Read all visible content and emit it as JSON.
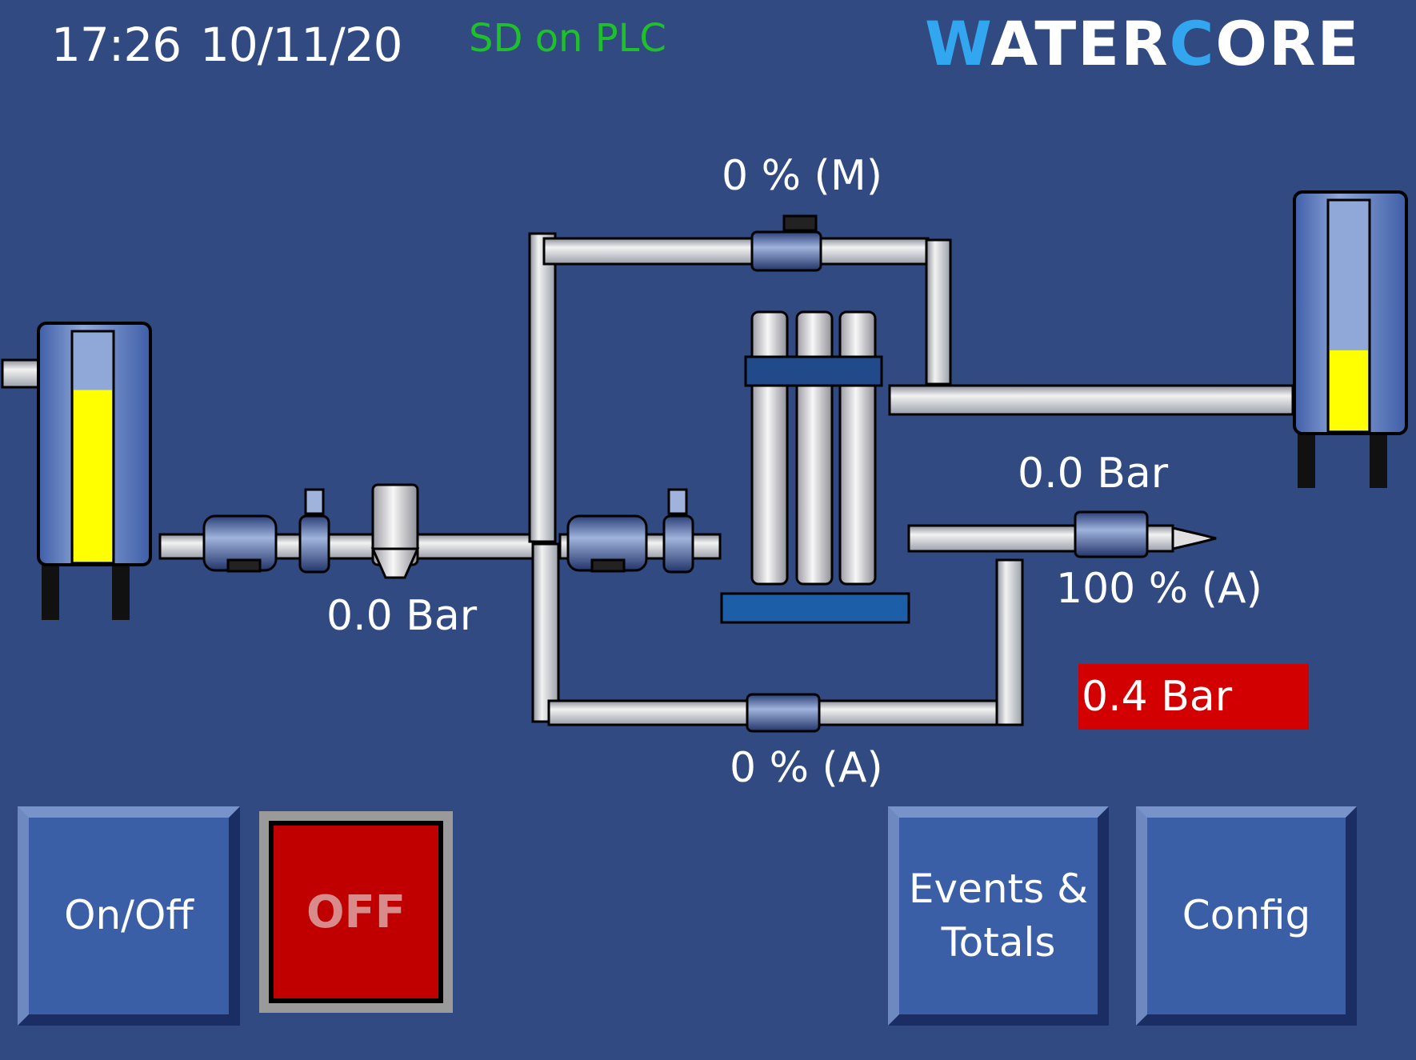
{
  "header": {
    "time": "17:26",
    "date": "10/11/20",
    "status": "SD on PLC",
    "logo": {
      "part1": "W",
      "part2": "ATER",
      "part3": "C",
      "part4": "ORE"
    }
  },
  "readings": {
    "pump_pressure": "0.0 Bar",
    "top_valve": "0 % (M)",
    "outlet_pressure": "0.0 Bar",
    "outlet_valve": "100 % (A)",
    "bottom_valve": "0 % (A)",
    "alarm_pressure": "0.4 Bar"
  },
  "tank_levels": {
    "feed_tank_fill": 0.75,
    "product_tank_fill": 0.35
  },
  "buttons": {
    "on_off": "On/Off",
    "events_totals": "Events &\nTotals",
    "config": "Config"
  },
  "indicator": {
    "state": "OFF"
  },
  "colors": {
    "background": "#314a81",
    "status_green": "#1fc12a",
    "alarm_red": "#d20000",
    "tank_fluid": "#ffff00",
    "logo_accent": "#33a6f0"
  }
}
